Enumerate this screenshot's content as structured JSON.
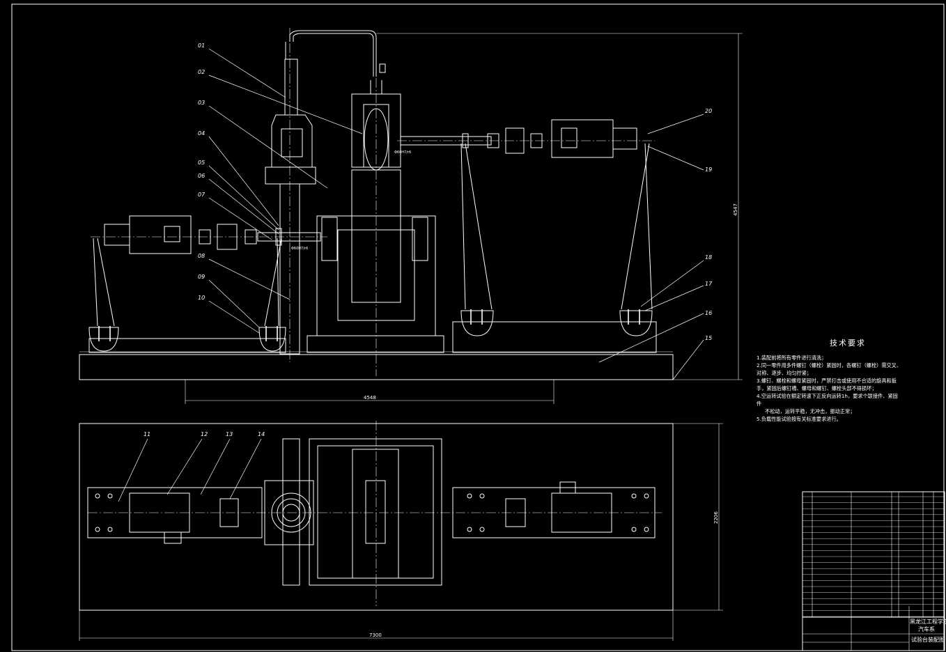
{
  "drawing": {
    "leaders": [
      "01",
      "02",
      "03",
      "04",
      "05",
      "06",
      "07",
      "08",
      "09",
      "10",
      "11",
      "12",
      "13",
      "14",
      "15",
      "16",
      "17",
      "18",
      "19",
      "20"
    ],
    "dimensions": {
      "height": "4547",
      "inner_width": "4548",
      "plan_width": "7300",
      "plan_height": "2206"
    },
    "fit_labels": [
      "Φ60H7/r6",
      "Φ60H7/r6"
    ]
  },
  "technical_requirements": {
    "title": "技术要求",
    "items": [
      "1.装配前将所有零件进行清洗；",
      "2.同一零件用多件螺钉（螺栓）紧固时，各螺钉（螺栓）需交叉、",
      "对称、逐步、均匀拧紧；",
      "3.螺钉、螺栓和螺母紧固时，严禁打击或使用不合适的旋具和扳",
      "手，紧固后螺钉槽、螺母和螺钉、螺栓头部不得损坏；",
      "4.空运转试验在额定转速下正反向运转1h，要求个联接件、紧固",
      "件",
      "不松动，运转平稳，无冲击，振动正常；",
      "5.负载性能试验按有关标准要求进行。"
    ]
  },
  "title_block": {
    "company": "黑龙江工程学院",
    "department": "汽车系",
    "drawing_name": "试验台装配图"
  }
}
